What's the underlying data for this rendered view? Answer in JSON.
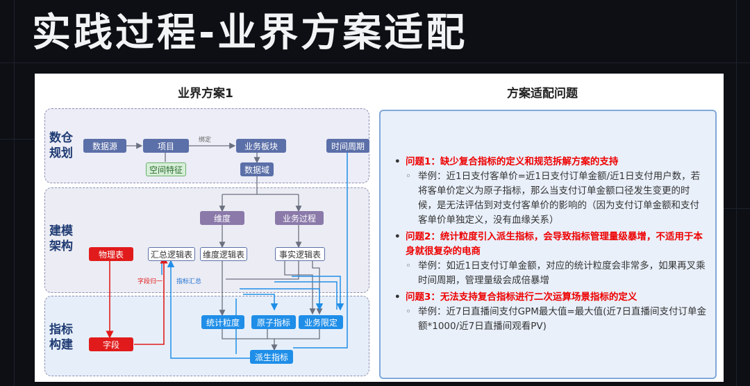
{
  "slide_title": "实践过程-业界方案适配",
  "left": {
    "title": "业界方案1",
    "zones": [
      {
        "label": "数仓\n规划"
      },
      {
        "label": "建模\n架构"
      },
      {
        "label": "指标\n构建"
      }
    ],
    "nodes": {
      "datasource": "数据源",
      "project": "项目",
      "business_block": "业务板块",
      "time_period": "时间周期",
      "spatial_feature": "空间特征",
      "data_domain": "数据域",
      "dimension": "维度",
      "business_process": "业务过程",
      "physical_table": "物理表",
      "summary_logic_table": "汇总逻辑表",
      "dimension_logic_table": "维度逻辑表",
      "fact_logic_table": "事实逻辑表",
      "stat_granularity": "统计粒度",
      "atomic_metric": "原子指标",
      "business_limit": "业务限定",
      "field": "字段",
      "derived_metric": "派生指标"
    },
    "edge_labels": {
      "bind": "绑定",
      "field_unify": "字段归一",
      "metric_summary": "指标汇总"
    }
  },
  "right": {
    "title": "方案适配问题",
    "items": [
      {
        "type": "question",
        "text": "问题1：缺少复合指标的定义和规范拆解方案的支持"
      },
      {
        "type": "example",
        "text": "举例：近1日支付客单价=近1日支付订单金额/近1日支付用户数，若将客单价定义为原子指标，那么当支付订单金额口径发生变更的时候，是无法评估到对支付客单价的影响的（因为支付订单金额和支付客单价单独定义，没有血缘关系）"
      },
      {
        "type": "question",
        "text": "问题2：统计粒度引入派生指标，会导致指标管理量级暴增，不适用于本身就很复杂的电商"
      },
      {
        "type": "example",
        "text": "举例：如近1日支付订单金额，对应的统计粒度会非常多，如果再叉乘时间周期，管理量级会成倍暴增"
      },
      {
        "type": "question",
        "text": "问题3：无法支持复合指标进行二次运算场景指标的定义"
      },
      {
        "type": "example",
        "text": "举例：近7日直播间支付GPM最大值=最大值(近7日直播间支付订单金额*1000/近7日直播间观看PV)"
      }
    ]
  },
  "colors": {
    "zone_label": "#1f3b73",
    "node_blue": "#5b6fa8",
    "node_purple": "#8a79a9",
    "node_red": "#e11b1b",
    "node_bright_blue": "#1f8ee8",
    "question_red": "#e00000",
    "panel_bg": "#e9f0fa"
  }
}
